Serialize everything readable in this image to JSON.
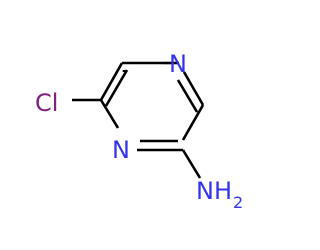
{
  "molecule": {
    "atoms": {
      "n_top": {
        "symbol": "N",
        "color": "#3333ee"
      },
      "n_bottom": {
        "symbol": "N",
        "color": "#3333ee"
      },
      "cl": {
        "symbol": "Cl",
        "color": "#7f1f7f"
      },
      "nh2": {
        "symbol": "NH",
        "subscript": "2",
        "color": "#3333ee"
      }
    },
    "bond_color": "#000000",
    "background": "#ffffff"
  }
}
